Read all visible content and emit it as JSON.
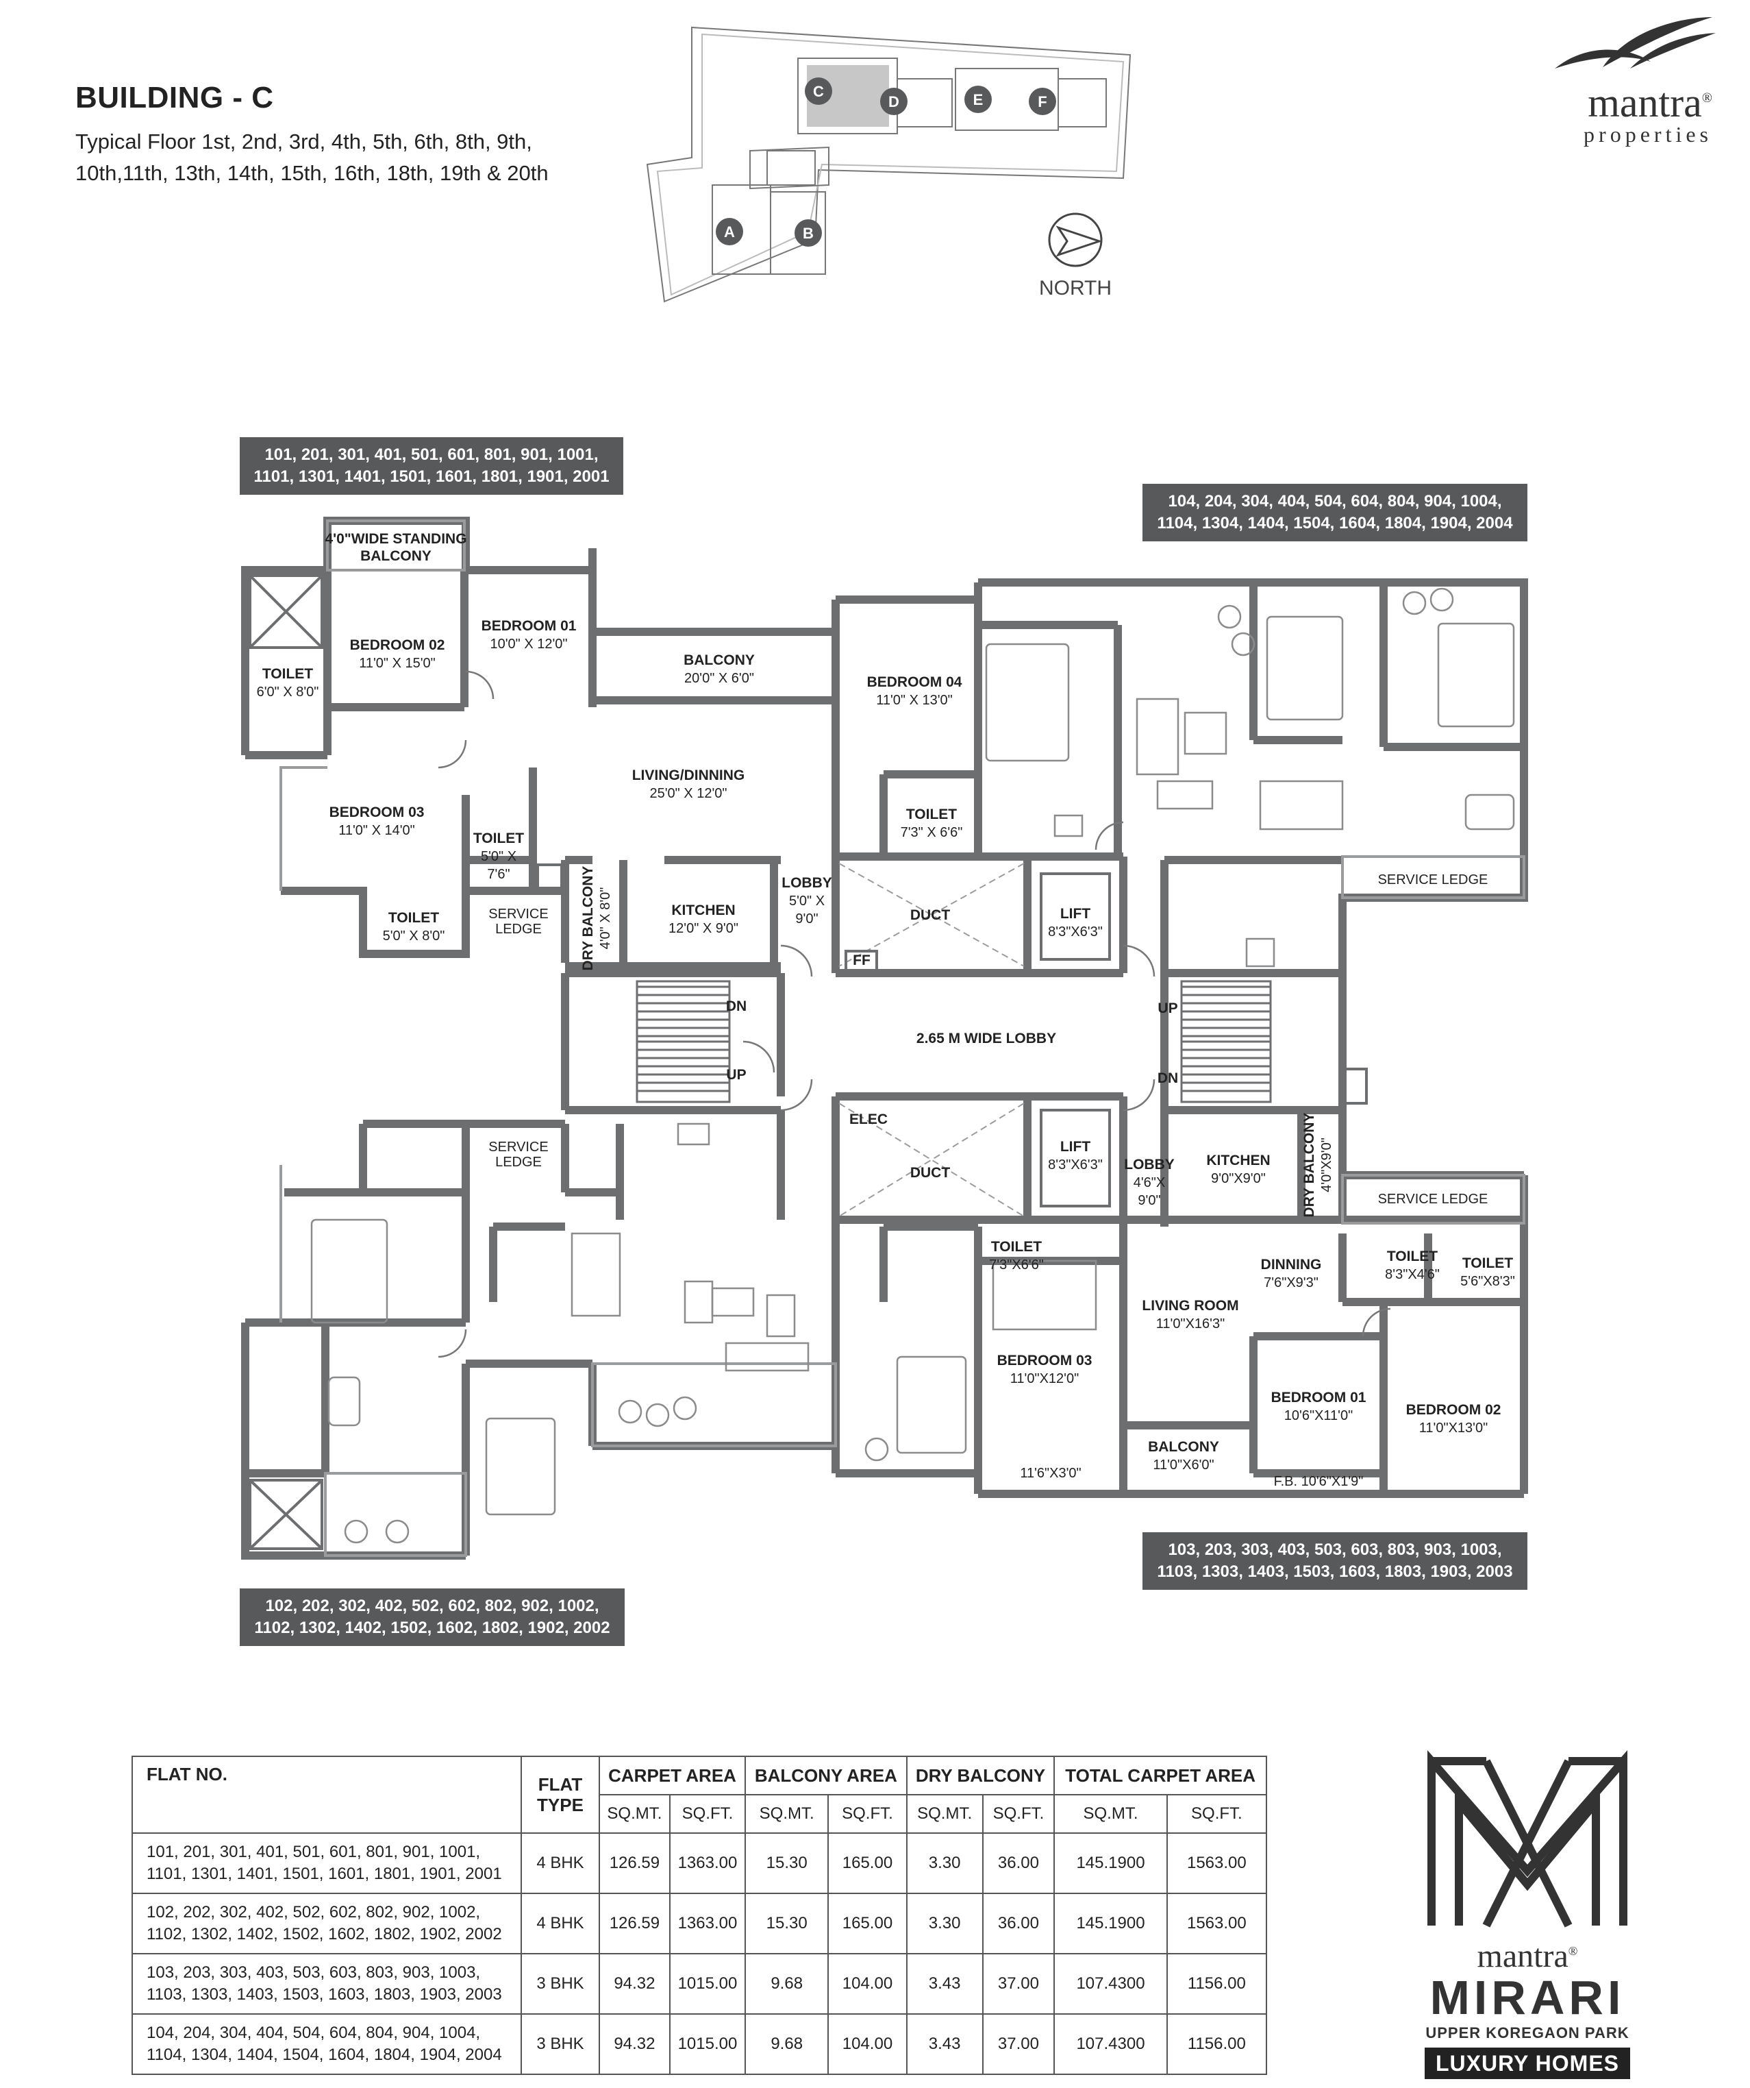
{
  "header": {
    "title": "BUILDING - C",
    "floors_line1": "Typical Floor 1st, 2nd, 3rd, 4th, 5th, 6th, 8th, 9th,",
    "floors_line2": "10th,11th, 13th, 14th, 15th, 16th, 18th, 19th & 20th"
  },
  "key_plan": {
    "buildings": [
      "A",
      "B",
      "C",
      "D",
      "E",
      "F"
    ],
    "north_label": "NORTH"
  },
  "brand": {
    "name": "mantra",
    "tagline": "properties",
    "registered": "®"
  },
  "project_logo": {
    "brand": "mantra",
    "registered": "®",
    "name": "MIRARI",
    "location": "UPPER KOREGAON PARK",
    "badge": "LUXURY HOMES"
  },
  "flat_groups": {
    "top_left": {
      "line1": "101, 201, 301, 401, 501, 601, 801, 901, 1001,",
      "line2": "1101, 1301, 1401, 1501, 1601, 1801, 1901, 2001"
    },
    "top_right": {
      "line1": "104, 204, 304, 404, 504, 604, 804, 904, 1004,",
      "line2": "1104, 1304, 1404, 1504, 1604, 1804, 1904, 2004"
    },
    "bottom_right": {
      "line1": "103, 203, 303, 403, 503, 603, 803, 903, 1003,",
      "line2": "1103, 1303, 1403, 1503, 1603, 1803, 1903, 2003"
    },
    "bottom_left": {
      "line1": "102, 202, 302, 402, 502, 602, 802, 902, 1002,",
      "line2": "1102, 1302, 1402, 1502, 1602, 1802, 1902, 2002"
    }
  },
  "rooms": {
    "standing_balcony": {
      "name1": "4'0\"WIDE STANDING",
      "name2": "BALCONY"
    },
    "bedroom02_tl": {
      "name": "BEDROOM 02",
      "dim": "11'0\" X 15'0\""
    },
    "bedroom01_tl": {
      "name": "BEDROOM 01",
      "dim": "10'0\" X 12'0\""
    },
    "toilet_tl1": {
      "name": "TOILET",
      "dim": "6'0\" X 8'0\""
    },
    "balcony_tl": {
      "name": "BALCONY",
      "dim": "20'0\" X 6'0\""
    },
    "living_tl": {
      "name": "LIVING/DINNING",
      "dim": "25'0\" X 12'0\""
    },
    "bedroom03_tl": {
      "name": "BEDROOM 03",
      "dim": "11'0\" X 14'0\""
    },
    "toilet_tl2": {
      "name": "TOILET",
      "dim1": "5'0\" X",
      "dim2": "7'6\""
    },
    "toilet_tl3": {
      "name": "TOILET",
      "dim": "5'0\" X 8'0\""
    },
    "service_ledge_tl": {
      "name1": "SERVICE",
      "name2": "LEDGE"
    },
    "dry_balcony_tl": {
      "name": "DRY BALCONY",
      "dim": "4'0\" X 8'0\""
    },
    "kitchen_tl": {
      "name": "KITCHEN",
      "dim": "12'0\" X 9'0\""
    },
    "lobby_tl": {
      "name": "LOBBY",
      "dim1": "5'0\" X",
      "dim2": "9'0\""
    },
    "bedroom04_tr": {
      "name": "BEDROOM 04",
      "dim": "11'0\" X 13'0\""
    },
    "toilet_tr": {
      "name": "TOILET",
      "dim": "7'3\" X 6'6\""
    },
    "duct_top": {
      "name": "DUCT"
    },
    "ff": {
      "name": "FF"
    },
    "lift_top": {
      "name": "LIFT",
      "dim": "8'3\"X6'3\""
    },
    "service_ledge_tr": {
      "name": "SERVICE LEDGE"
    },
    "lobby_main": {
      "name": "2.65 M WIDE LOBBY"
    },
    "stair_labels": {
      "dn": "DN",
      "up": "UP"
    },
    "elec": {
      "name": "ELEC"
    },
    "duct_bottom": {
      "name": "DUCT"
    },
    "lift_bottom": {
      "name": "LIFT",
      "dim": "8'3\"X6'3\""
    },
    "lobby_br": {
      "name": "LOBBY",
      "dim1": "4'6\"X",
      "dim2": "9'0\""
    },
    "kitchen_br": {
      "name": "KITCHEN",
      "dim": "9'0\"X9'0\""
    },
    "dry_balcony_br": {
      "name": "DRY BALCONY",
      "dim": "4'0\"X9'0\""
    },
    "service_ledge_br": {
      "name": "SERVICE LEDGE"
    },
    "service_ledge_bl": {
      "name1": "SERVICE",
      "name2": "LEDGE"
    },
    "toilet_br1": {
      "name": "TOILET",
      "dim": "7'3\"X6'6\""
    },
    "toilet_br2": {
      "name": "TOILET",
      "dim": "8'3\"X4'6\""
    },
    "toilet_br3": {
      "name": "TOILET",
      "dim": "5'6\"X8'3\""
    },
    "dinning_br": {
      "name": "DINNING",
      "dim": "7'6\"X9'3\""
    },
    "living_br": {
      "name": "LIVING ROOM",
      "dim": "11'0\"X16'3\""
    },
    "bedroom03_br": {
      "name": "BEDROOM 03",
      "dim": "11'0\"X12'0\""
    },
    "bedroom01_br": {
      "name": "BEDROOM 01",
      "dim": "10'6\"X11'0\""
    },
    "bedroom02_br": {
      "name": "BEDROOM 02",
      "dim": "11'0\"X13'0\""
    },
    "balcony_br": {
      "name": "BALCONY",
      "dim": "11'0\"X6'0\""
    },
    "balcony_br_small": {
      "dim": "11'6\"X3'0\""
    },
    "fb_br": {
      "name": "F.B. 10'6\"X1'9\""
    }
  },
  "area_table": {
    "headers": {
      "flat_no": "FLAT NO.",
      "flat_type": "FLAT TYPE",
      "carpet": "CARPET AREA",
      "balcony": "BALCONY AREA",
      "dry": "DRY BALCONY",
      "total": "TOTAL CARPET AREA",
      "sqmt": "SQ.MT.",
      "sqft": "SQ.FT."
    },
    "rows": [
      {
        "flats1": "101, 201, 301, 401, 501, 601, 801, 901, 1001,",
        "flats2": "1101, 1301, 1401, 1501, 1601, 1801, 1901, 2001",
        "type": "4 BHK",
        "c_mt": "126.59",
        "c_ft": "1363.00",
        "b_mt": "15.30",
        "b_ft": "165.00",
        "d_mt": "3.30",
        "d_ft": "36.00",
        "t_mt": "145.1900",
        "t_ft": "1563.00"
      },
      {
        "flats1": "102, 202, 302, 402, 502, 602, 802, 902, 1002,",
        "flats2": "1102, 1302, 1402, 1502, 1602, 1802, 1902, 2002",
        "type": "4 BHK",
        "c_mt": "126.59",
        "c_ft": "1363.00",
        "b_mt": "15.30",
        "b_ft": "165.00",
        "d_mt": "3.30",
        "d_ft": "36.00",
        "t_mt": "145.1900",
        "t_ft": "1563.00"
      },
      {
        "flats1": "103, 203, 303, 403, 503, 603, 803, 903, 1003,",
        "flats2": "1103, 1303, 1403, 1503, 1603, 1803, 1903, 2003",
        "type": "3 BHK",
        "c_mt": "94.32",
        "c_ft": "1015.00",
        "b_mt": "9.68",
        "b_ft": "104.00",
        "d_mt": "3.43",
        "d_ft": "37.00",
        "t_mt": "107.4300",
        "t_ft": "1156.00"
      },
      {
        "flats1": "104, 204, 304, 404, 504, 604, 804, 904, 1004,",
        "flats2": "1104, 1304, 1404, 1504, 1604, 1804, 1904, 2004",
        "type": "3 BHK",
        "c_mt": "94.32",
        "c_ft": "1015.00",
        "b_mt": "9.68",
        "b_ft": "104.00",
        "d_mt": "3.43",
        "d_ft": "37.00",
        "t_mt": "107.4300",
        "t_ft": "1156.00"
      }
    ]
  },
  "colors": {
    "wall": "#6d6e70",
    "label_bg": "#58595b",
    "text": "#222222",
    "line": "#555555"
  }
}
